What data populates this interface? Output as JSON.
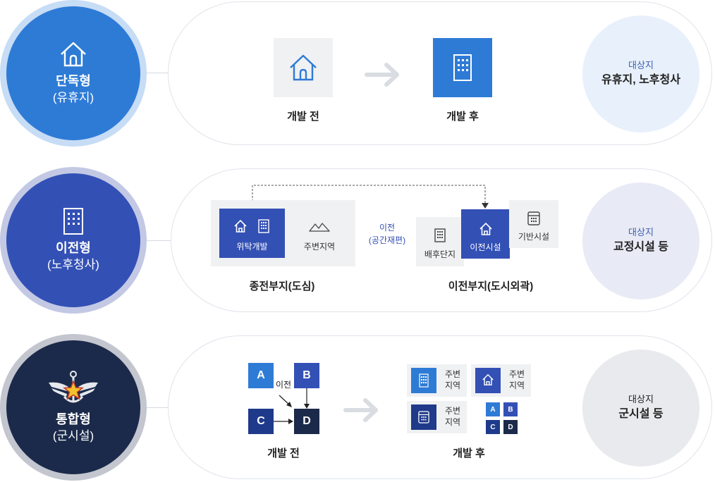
{
  "colors": {
    "blue1": "#2e7bd6",
    "blue2": "#3350b5",
    "navy": "#1b2a4a",
    "grey_box": "#f0f1f3",
    "target1_bg": "#e8f0fb",
    "target2_bg": "#e8eaf5",
    "target3_bg": "#e9eaed"
  },
  "row1": {
    "title": "단독형",
    "subtitle": "(유휴지)",
    "icon": "house-icon",
    "before_caption": "개발 전",
    "after_caption": "개발 후",
    "target_label": "대상지",
    "target_value": "유휴지, 노후청사"
  },
  "row2": {
    "title": "이전형",
    "subtitle": "(노후청사)",
    "icon": "building-icon",
    "box_trust": "위탁개발",
    "box_surround": "주변지역",
    "move_label": "이전",
    "move_sub": "(공간재편)",
    "box_back": "배후단지",
    "box_relocated": "이전시설",
    "box_infra": "기반시설",
    "caption_left": "종전부지(도심)",
    "caption_right": "이전부지(도시외곽)",
    "target_label": "대상지",
    "target_value": "교정시설 등"
  },
  "row3": {
    "title": "통합형",
    "subtitle": "(군시설)",
    "icon": "military-emblem-icon",
    "nodes": [
      "A",
      "B",
      "C",
      "D"
    ],
    "move_label": "이전",
    "before_caption": "개발 전",
    "after_caption": "개발 후",
    "surround_label": "주변\n지역",
    "target_label": "대상지",
    "target_value": "군시설 등"
  }
}
